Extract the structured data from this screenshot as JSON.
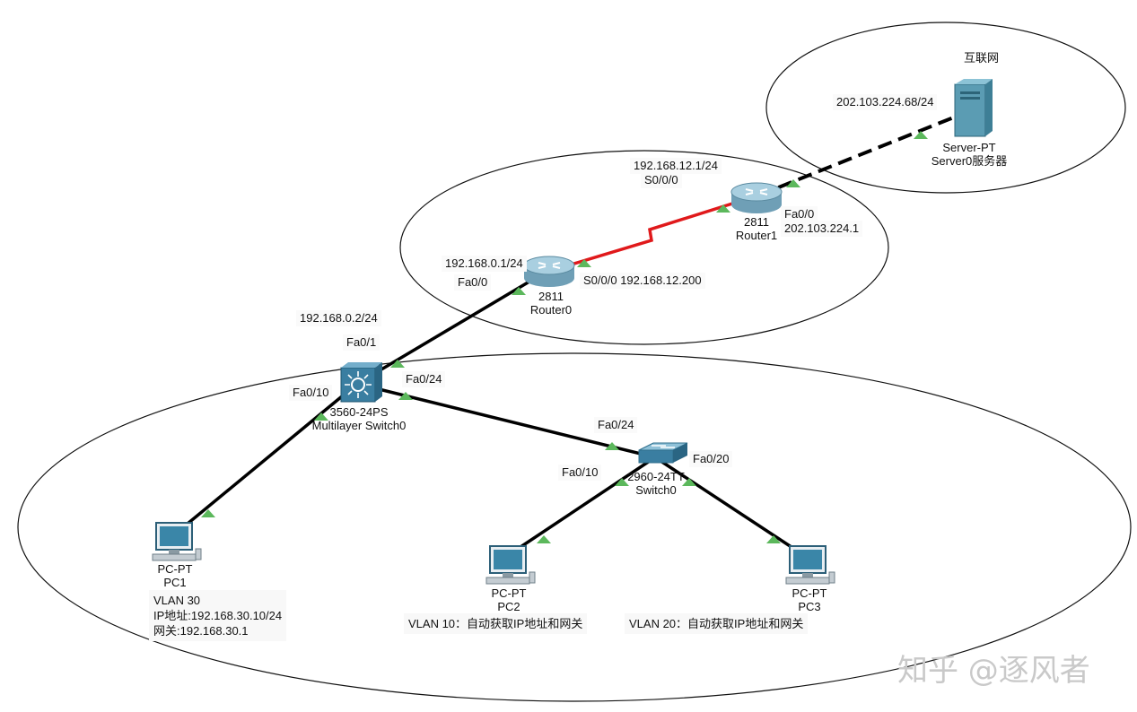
{
  "zones": {
    "internet": "互联网"
  },
  "devices": {
    "server": {
      "model": "Server-PT",
      "name": "Server0服务器"
    },
    "router1": {
      "model": "2811",
      "name": "Router1"
    },
    "router0": {
      "model": "2811",
      "name": "Router0"
    },
    "mlswitch": {
      "model": "3560-24PS",
      "name": "Multilayer Switch0"
    },
    "switch0": {
      "model": "2960-24TT",
      "name": "Switch0"
    },
    "pc1": {
      "model": "PC-PT",
      "name": "PC1"
    },
    "pc2": {
      "model": "PC-PT",
      "name": "PC2"
    },
    "pc3": {
      "model": "PC-PT",
      "name": "PC3"
    }
  },
  "labels": {
    "server_ip": "202.103.224.68/24",
    "r1_serial_ip": "192.168.12.1/24",
    "r1_serial_port": "S0/0/0",
    "r1_fa_port": "Fa0/0",
    "r1_fa_ip": "202.103.224.1",
    "r0_fa_ip": "192.168.0.1/24",
    "r0_fa_port": "Fa0/0",
    "r0_serial": "S0/0/0 192.168.12.200",
    "ml_uplink_ip": "192.168.0.2/24",
    "ml_fa01": "Fa0/1",
    "ml_fa010": "Fa0/10",
    "ml_fa024": "Fa0/24",
    "sw_fa024": "Fa0/24",
    "sw_fa010": "Fa0/10",
    "sw_fa020": "Fa0/20"
  },
  "notes": {
    "pc1": [
      "VLAN 30",
      "IP地址:192.168.30.10/24",
      "网关:192.168.30.1"
    ],
    "pc2": "VLAN 10：自动获取IP地址和网关",
    "pc3": "VLAN 20：自动获取IP地址和网关"
  },
  "colors": {
    "link": "#000000",
    "serial_link": "#e0191b",
    "port_up": "#5cb85c",
    "router": "#8fb8cc",
    "switch": "#3a7ea1"
  },
  "watermark": "知乎 @逐风者"
}
